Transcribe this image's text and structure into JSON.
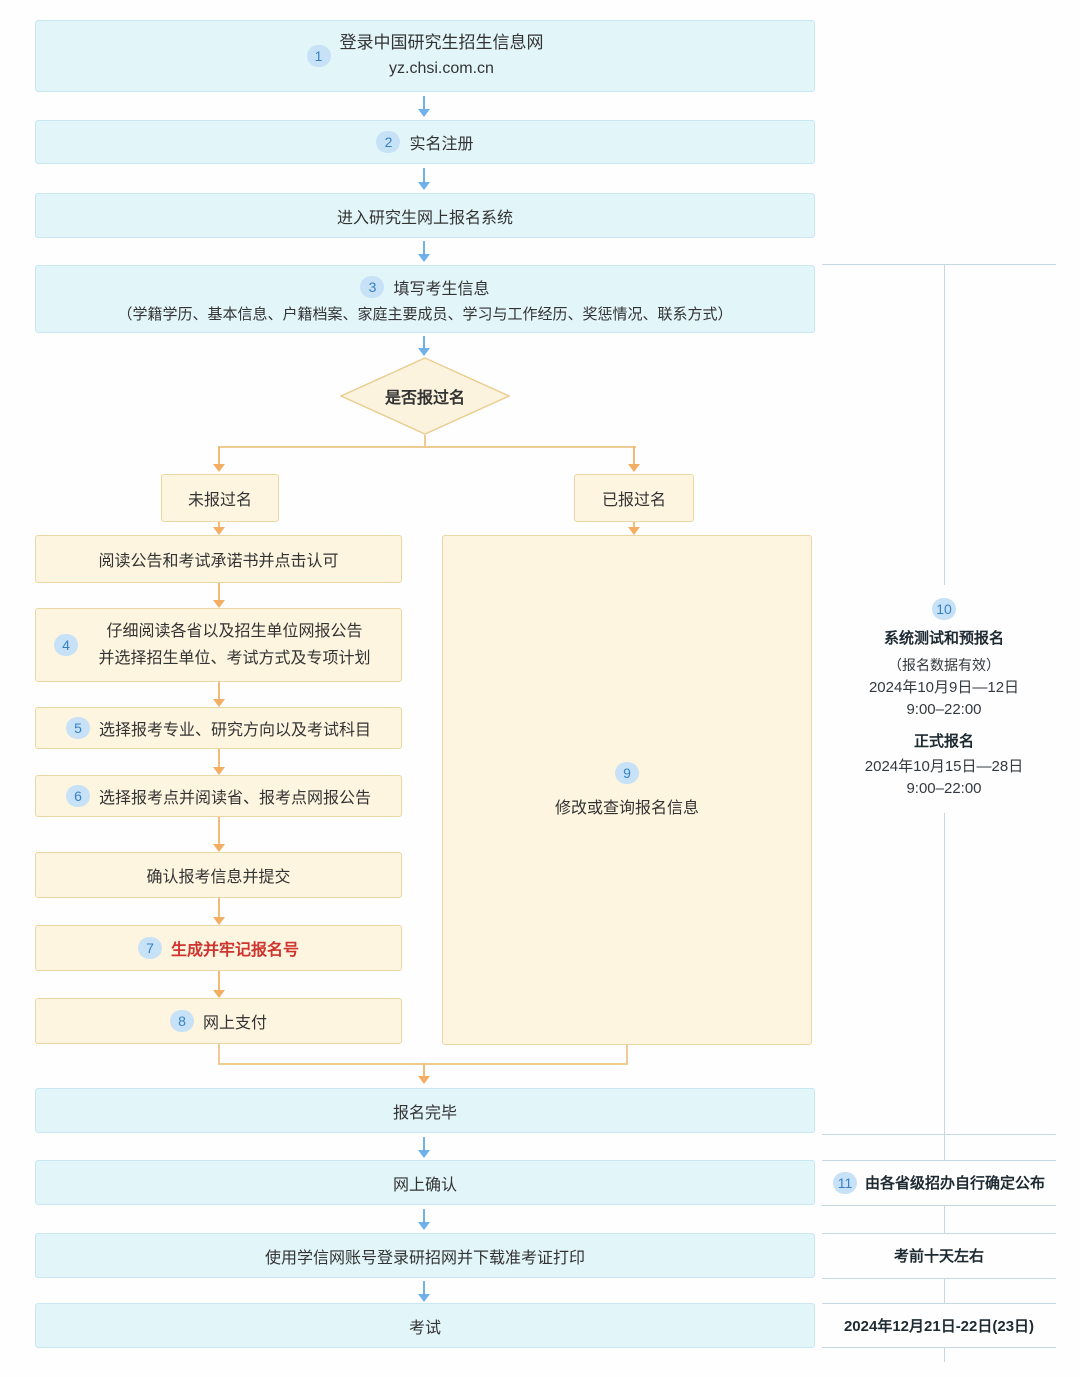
{
  "flow": {
    "step1": {
      "badge": "1",
      "line1": "登录中国研究生招生信息网",
      "line2": "yz.chsi.com.cn"
    },
    "step2": {
      "badge": "2",
      "label": "实名注册"
    },
    "enter_system": {
      "label": "进入研究生网上报名系统"
    },
    "step3": {
      "badge": "3",
      "line1": "填写考生信息",
      "line2": "（学籍学历、基本信息、户籍档案、家庭主要成员、学习与工作经历、奖惩情况、联系方式）"
    },
    "decision": {
      "label": "是否报过名"
    },
    "branch_no": {
      "label": "未报过名"
    },
    "branch_yes": {
      "label": "已报过名"
    },
    "read_notice": {
      "label": "阅读公告和考试承诺书并点击认可"
    },
    "step4": {
      "badge": "4",
      "line1": "仔细阅读各省以及招生单位网报公告",
      "line2": "并选择招生单位、考试方式及专项计划"
    },
    "step5": {
      "badge": "5",
      "label": "选择报考专业、研究方向以及考试科目"
    },
    "step6": {
      "badge": "6",
      "label": "选择报考点并阅读省、报考点网报公告"
    },
    "confirm_submit": {
      "label": "确认报考信息并提交"
    },
    "step7": {
      "badge": "7",
      "label": "生成并牢记报名号"
    },
    "step8": {
      "badge": "8",
      "label": "网上支付"
    },
    "step9": {
      "badge": "9",
      "label": "修改或查询报名信息"
    },
    "finish": {
      "label": "报名完毕"
    },
    "confirm_online": {
      "label": "网上确认"
    },
    "download_ticket": {
      "label": "使用学信网账号登录研招网并下载准考证打印"
    },
    "exam": {
      "label": "考试"
    }
  },
  "sidebar": {
    "step10": {
      "badge": "10",
      "title1": "系统测试和预报名",
      "sub1": "（报名数据有效）",
      "date1": "2024年10月9日—12日",
      "time1": "9:00–22:00",
      "title2": "正式报名",
      "date2": "2024年10月15日—28日",
      "time2": "9:00–22:00"
    },
    "step11": {
      "badge": "11",
      "label": "由各省级招办自行确定公布"
    },
    "note_download": {
      "label": "考前十天左右"
    },
    "note_exam": {
      "label": "2024年12月21日-22日(23日)"
    }
  },
  "colors": {
    "blue_box_fill": "#e2f5f9",
    "blue_box_border": "#c9e8f1",
    "cream_box_fill": "#fdf5e0",
    "cream_box_border": "#ecd7a4",
    "arrow_blue": "#6fb1e8",
    "arrow_orange": "#f2ae63",
    "badge_bg": "#c7e2f7",
    "badge_text": "#3781c3",
    "red_text": "#cf342e",
    "sidebar_line": "#c6d8e0"
  }
}
